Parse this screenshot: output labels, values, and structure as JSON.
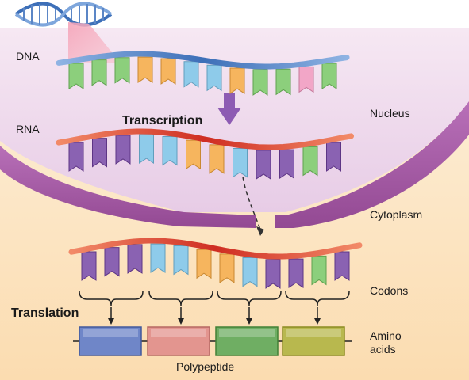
{
  "labels": {
    "dna": "DNA",
    "rna": "RNA",
    "transcription": "Transcription",
    "nucleus": "Nucleus",
    "cytoplasm": "Cytoplasm",
    "codons": "Codons",
    "translation": "Translation",
    "amino_line1": "Amino",
    "amino_line2": "acids",
    "polypeptide": "Polypeptide"
  },
  "colors": {
    "cytoplasm_background": "#fbe3bf",
    "nucleus_fill": "#efd8ec",
    "nuclear_membrane": "#a65aa6",
    "dna_backbone": "#4f7ec2",
    "rna_backbone": "#d9472b",
    "arrow_purple": "#8d5bb3",
    "base_green": "#8ccf7c",
    "base_purple": "#8a62b2",
    "base_orange": "#f6b55e",
    "base_blue": "#8ecbea",
    "base_pink": "#f2a6c7"
  },
  "sequences": {
    "dna_bases": [
      "green",
      "green",
      "green",
      "orange",
      "orange",
      "blue",
      "blue",
      "orange",
      "green",
      "green",
      "pink",
      "green"
    ],
    "rna_bases": [
      "purple",
      "purple",
      "purple",
      "blue",
      "blue",
      "orange",
      "orange",
      "blue",
      "purple",
      "purple",
      "green",
      "purple"
    ],
    "mrna_bases": [
      "purple",
      "purple",
      "purple",
      "blue",
      "blue",
      "orange",
      "orange",
      "blue",
      "purple",
      "purple",
      "green",
      "purple"
    ]
  },
  "amino_acids": [
    {
      "color": "#6f86c8"
    },
    {
      "color": "#e3958f"
    },
    {
      "color": "#6fae63"
    },
    {
      "color": "#b8b84e"
    }
  ]
}
